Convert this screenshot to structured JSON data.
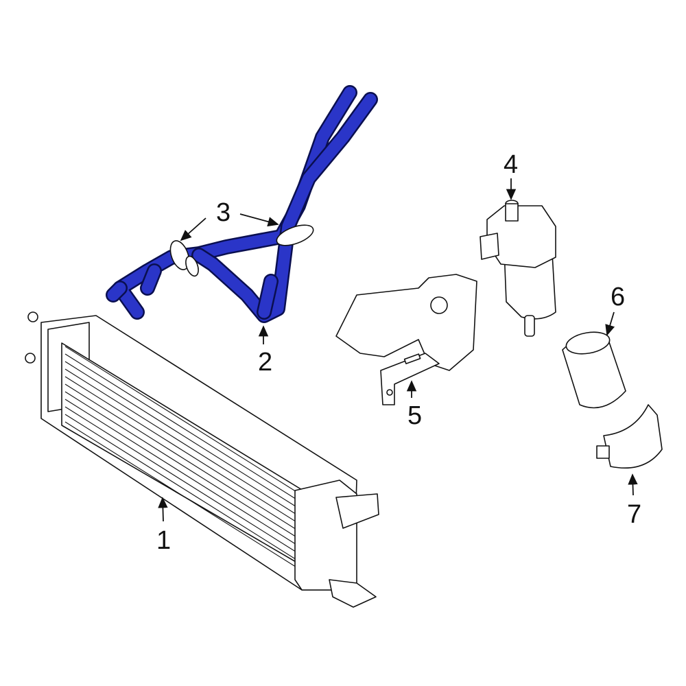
{
  "diagram": {
    "highlight_color": "#2a35c8",
    "callouts": [
      {
        "id": "1",
        "label": "1"
      },
      {
        "id": "2",
        "label": "2"
      },
      {
        "id": "3",
        "label": "3"
      },
      {
        "id": "4",
        "label": "4"
      },
      {
        "id": "5",
        "label": "5"
      },
      {
        "id": "6",
        "label": "6"
      },
      {
        "id": "7",
        "label": "7"
      }
    ]
  }
}
